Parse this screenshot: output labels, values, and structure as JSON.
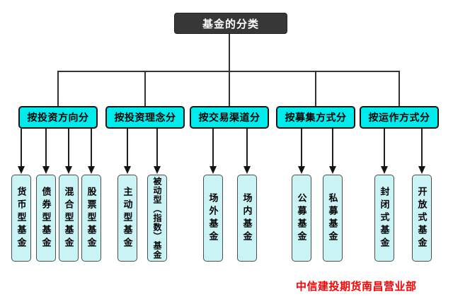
{
  "tree": {
    "root_label": "基金的分类",
    "groups": [
      {
        "label": "按投资方向分",
        "leaves": [
          "货币型基金",
          "债券型基金",
          "混合型基金",
          "股票型基金"
        ]
      },
      {
        "label": "按投资理念分",
        "leaves": [
          "主动型基金",
          "被动型（指数）基金"
        ]
      },
      {
        "label": "按交易渠道分",
        "leaves": [
          "场外基金",
          "场内基金"
        ]
      },
      {
        "label": "按募集方式分",
        "leaves": [
          "公募基金",
          "私募基金"
        ]
      },
      {
        "label": "按运作方式分",
        "leaves": [
          "封闭式基金",
          "开放式基金"
        ]
      }
    ]
  },
  "footer": {
    "watermark": "中信建投期货南昌营业部"
  },
  "colors": {
    "root_fill": "#373737",
    "category_fill": "#00ecec",
    "leaf_fill": "#c9f3f5",
    "line": "#333333",
    "watermark": "#ff0000"
  }
}
